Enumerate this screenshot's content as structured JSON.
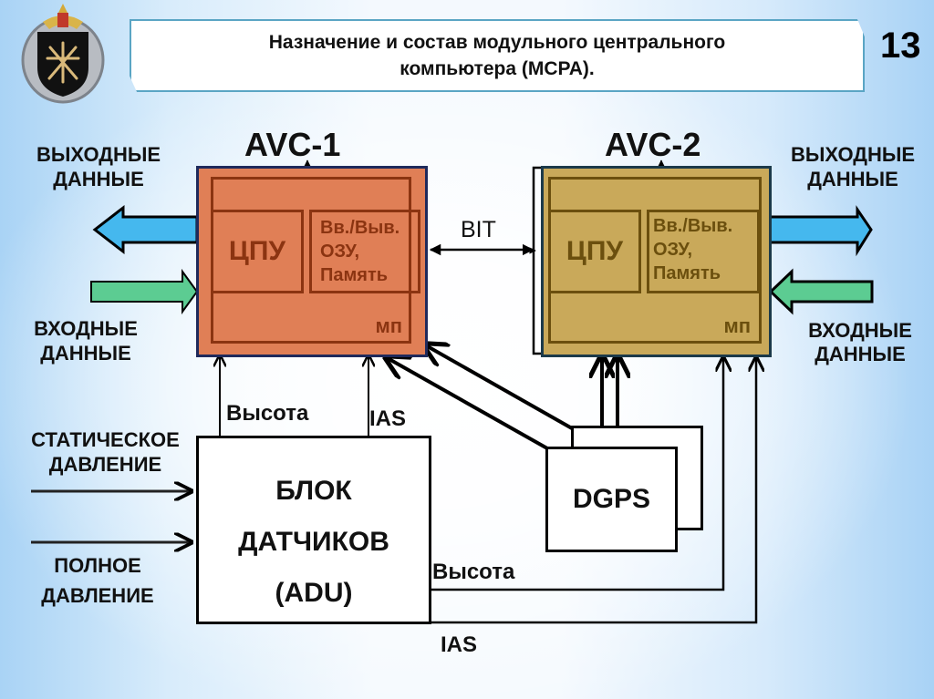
{
  "slide": {
    "title_line1": "Назначение и состав модульного центрального",
    "title_line2": "компьютера (МСРА).",
    "number": "13",
    "emblem": "military-emblem-icon"
  },
  "modules": [
    {
      "name": "AVC-1",
      "cpu": "ЦПУ",
      "io_line1": "Вв./Выв.",
      "io_line2": "ОЗУ,",
      "io_line3": "Память",
      "mp": "мп",
      "fill": "#e07f56",
      "line": "#8b3411",
      "text": "#8b3411"
    },
    {
      "name": "AVC-2",
      "cpu": "ЦПУ",
      "io_line1": "Вв./Выв.",
      "io_line2": "ОЗУ,",
      "io_line3": "Память",
      "mp": "мп",
      "fill": "#c9a95a",
      "line": "#6b4f0e",
      "text": "#6b4f0e"
    }
  ],
  "links": {
    "bit": "BIT"
  },
  "left_side": {
    "output_line1": "ВЫХОДНЫЕ",
    "output_line2": "ДАННЫЕ",
    "input_line1": "ВХОДНЫЕ",
    "input_line2": "ДАННЫЕ",
    "static_line1": "СТАТИЧЕСКОЕ",
    "static_line2": "ДАВЛЕНИЕ",
    "full_line1": "ПОЛНОЕ",
    "full_line2": "ДАВЛЕНИЕ"
  },
  "right_side": {
    "output_line1": "ВЫХОДНЫЕ",
    "output_line2": "ДАННЫЕ",
    "input_line1": "ВХОДНЫЕ",
    "input_line2": "ДАННЫЕ"
  },
  "adu": {
    "line1": "БЛОК",
    "line2": "ДАТЧИКОВ",
    "line3": "(ADU)"
  },
  "dgps": {
    "label": "DGPS"
  },
  "signals": {
    "altitude_top": "Высота",
    "ias_top": "IAS",
    "altitude_bottom": "Высота",
    "ias_bottom": "IAS"
  },
  "colors": {
    "output_arrow": "#45b8ee",
    "input_arrow": "#5ccc92",
    "title_border": "#5aa5c4"
  }
}
